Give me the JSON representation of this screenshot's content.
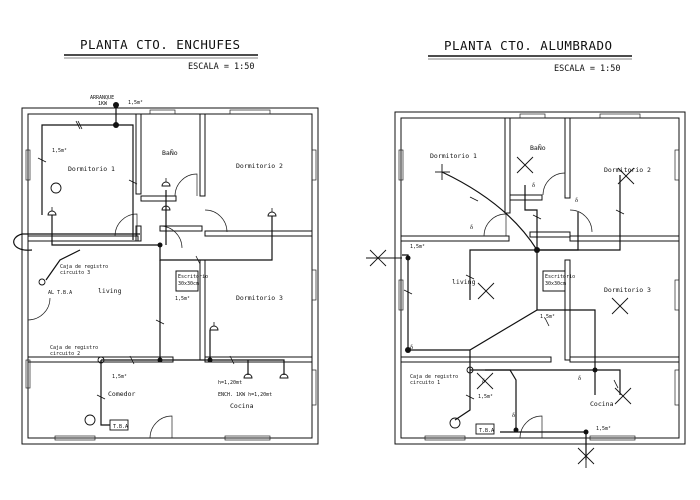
{
  "left_plan": {
    "title": "PLANTA CTO. ENCHUFES",
    "scale": "ESCALA = 1:50",
    "rooms": {
      "dormitorio1": "Dormitorio 1",
      "bano": "BaÑo",
      "dormitorio2": "Dormitorio 2",
      "living": "living",
      "dormitorio3": "Dormitorio 3",
      "comedor": "Comedor",
      "cocina": "Cocina"
    },
    "labels": {
      "arranque": "ARRANQUE",
      "arranque_power": "1KW",
      "caja_reg_3": "Caja de registro",
      "caja_reg_3_circ": "circuito 3",
      "al_tba": "AL T.B.A",
      "caja_reg_2": "Caja de registro",
      "caja_reg_2_circ": "circuito 2",
      "tba": "T.B.A",
      "escritorio": "Escritorio",
      "escritorio_dim": "30x30cm",
      "h_label": "h=1,20mt",
      "enchufe_label": "ENCH. 1KW h=1,20mt",
      "wire_tag": "1,5m²"
    }
  },
  "right_plan": {
    "title": "PLANTA CTO. ALUMBRADO",
    "scale": "ESCALA = 1:50",
    "rooms": {
      "dormitorio1": "Dormitorio 1",
      "bano": "BaÑo",
      "dormitorio2": "Dormitorio 2",
      "living": "living",
      "dormitorio3": "Dormitorio 3",
      "cocina": "Cocina"
    },
    "labels": {
      "caja_reg_1": "Caja de registro",
      "caja_reg_1_circ": "circuito 1",
      "tba": "T.B.A",
      "escritorio": "Escritorio",
      "escritorio_dim": "30x30cm",
      "wire_tag": "1,5m²"
    }
  }
}
